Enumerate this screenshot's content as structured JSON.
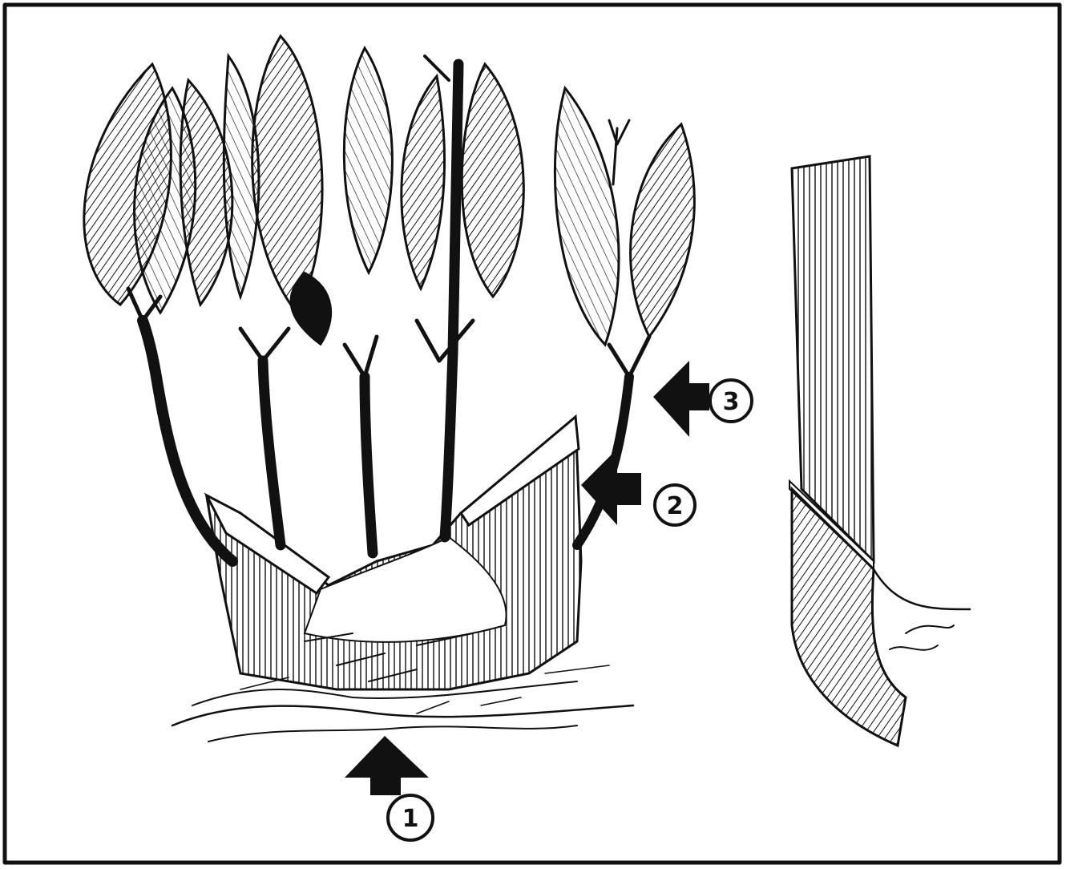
{
  "callouts": [
    {
      "id": "1",
      "label": "1",
      "meaning": "base-of-stump"
    },
    {
      "id": "2",
      "label": "2",
      "meaning": "lower-shoot-junction"
    },
    {
      "id": "3",
      "label": "3",
      "meaning": "shoot-stem"
    }
  ],
  "colors": {
    "ink": "#111111",
    "paper": "#ffffff"
  }
}
